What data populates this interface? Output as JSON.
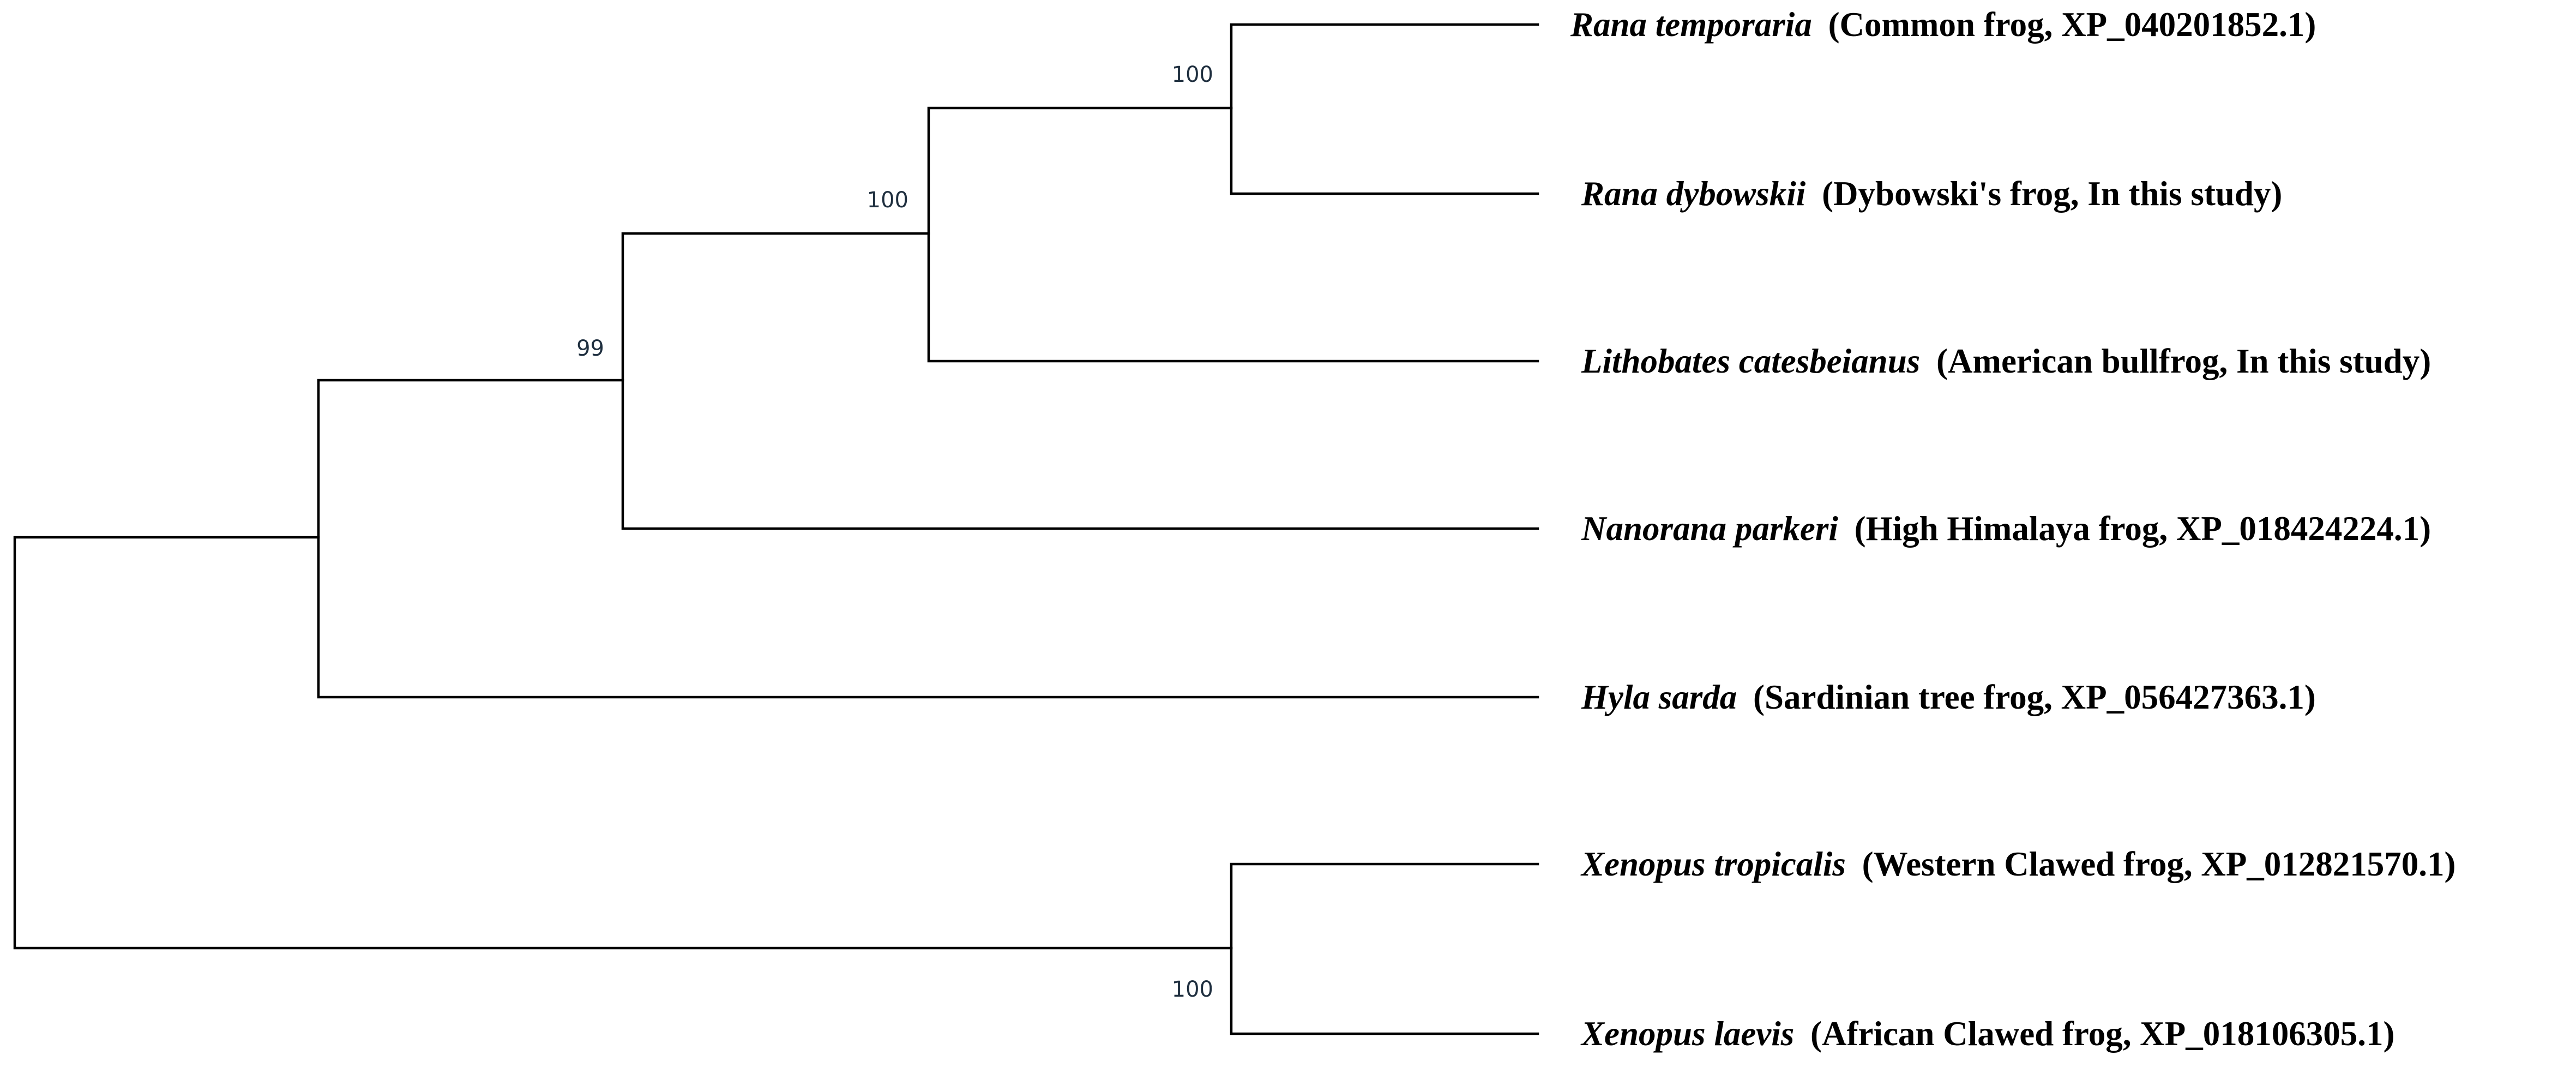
{
  "tree": {
    "taxa": [
      {
        "species": "Rana temporaria",
        "detail": "(Common frog, XP_040201852.1)"
      },
      {
        "species": "Rana dybowskii",
        "detail": "(Dybowski's frog, In this study)"
      },
      {
        "species": "Lithobates catesbeianus",
        "detail": "(American bullfrog, In this study)"
      },
      {
        "species": "Nanorana parkeri",
        "detail": "(High Himalaya frog, XP_018424224.1)"
      },
      {
        "species": "Hyla sarda",
        "detail": "(Sardinian tree frog, XP_056427363.1)"
      },
      {
        "species": "Xenopus tropicalis",
        "detail": "(Western Clawed frog, XP_012821570.1)"
      },
      {
        "species": "Xenopus laevis",
        "detail": "(African Clawed frog, XP_018106305.1)"
      }
    ],
    "support_values": [
      "100",
      "100",
      "99",
      "100"
    ]
  }
}
